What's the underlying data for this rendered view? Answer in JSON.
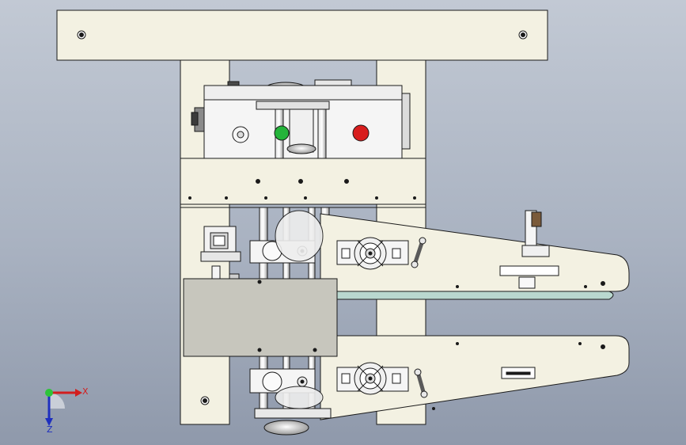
{
  "window": {
    "title": ""
  },
  "colors": {
    "background_top": "#c2c9d4",
    "background_bottom": "#8f99ab",
    "frame_fill": "#f3f1e2",
    "plate_fill": "#c7c6bd",
    "outline": "#1a1a1a",
    "button_green": "#24b43a",
    "button_red": "#d81e1e",
    "axis_x": "#d21e1e",
    "axis_y": "#1e2fbf",
    "axis_origin": "#2ec43a"
  },
  "axis_triad": {
    "x_label": "X",
    "z_label": "Z",
    "icon": "coordinate-axis-icon"
  },
  "parts": {
    "top_beam": "frame-top-beam",
    "control_box": "control-box",
    "green_button": "start-button-icon",
    "red_button": "stop-button-icon",
    "upper_arm": "upper-conveyor-arm",
    "lower_arm": "lower-conveyor-arm",
    "mount_plate": "mount-plate",
    "handwheel": "handwheel-icon"
  }
}
